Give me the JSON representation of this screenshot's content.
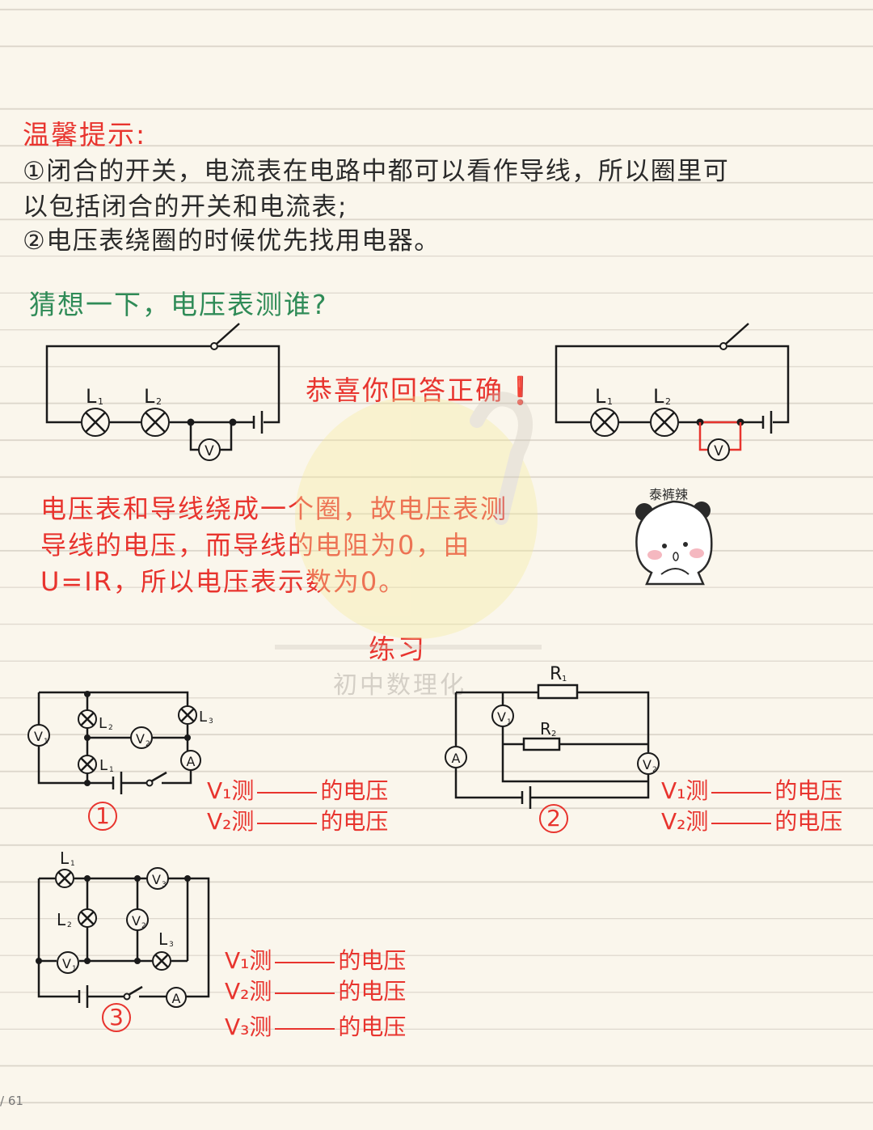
{
  "tip": {
    "title": "温馨提示:",
    "line1": "①闭合的开关，电流表在电路中都可以看作导线，所以圈里可",
    "line2": "以包括闭合的开关和电流表;",
    "line3": "②电压表绕圈的时候优先找用电器。"
  },
  "guess_title": "猜想一下，电压表测谁?",
  "congrats": "恭喜你回答正确❗",
  "explanation": {
    "line1": "电压表和导线绕成一个圈，故电压表测",
    "line2": "导线的电压，而导线的电阻为0，由",
    "line3": "U=IR，所以电压表示数为0。"
  },
  "sticker_label": "泰裤辣",
  "practice_title": "练习",
  "watermark": "初中数理化",
  "circuits": {
    "L1": "L",
    "L2": "L",
    "L3": "L",
    "V": "V",
    "A": "A",
    "R": "R",
    "sub1": "1",
    "sub2": "2",
    "sub3": "3"
  },
  "questions": {
    "v1_prefix": "V₁测",
    "v2_prefix": "V₂测",
    "v3_prefix": "V₃测",
    "suffix": "的电压"
  },
  "problem_numbers": [
    "1",
    "2",
    "3"
  ],
  "page_number": "/ 61",
  "colors": {
    "red": "#e8342e",
    "green": "#2f8b57",
    "text": "#2a2a2a",
    "line": "#dcd6cb"
  }
}
